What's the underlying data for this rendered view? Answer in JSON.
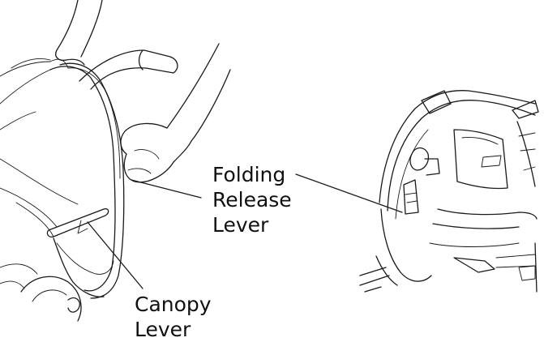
{
  "labels": {
    "folding_release_lever": [
      "Folding",
      "Release",
      "Lever"
    ],
    "canopy_lever": [
      "Canopy",
      "Lever"
    ]
  },
  "colors": {
    "ink": "#1a1a1a",
    "background": "#ffffff"
  }
}
